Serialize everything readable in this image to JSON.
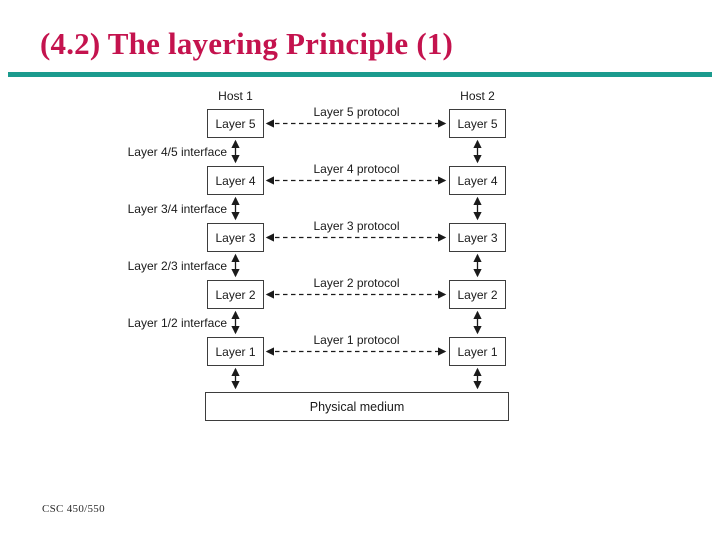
{
  "slide": {
    "title": "(4.2) The layering Principle (1)",
    "title_color": "#c4134e",
    "rule_color": "#1b9b8e",
    "footer": "CSC 450/550"
  },
  "diagram": {
    "hosts": [
      "Host 1",
      "Host 2"
    ],
    "layers": [
      "Layer 5",
      "Layer 4",
      "Layer 3",
      "Layer 2",
      "Layer 1"
    ],
    "protocols": [
      "Layer 5 protocol",
      "Layer 4 protocol",
      "Layer 3 protocol",
      "Layer 2 protocol",
      "Layer 1 protocol"
    ],
    "interfaces": [
      "Layer 4/5 interface",
      "Layer 3/4 interface",
      "Layer 2/3 interface",
      "Layer 1/2 interface"
    ],
    "physical_medium": "Physical medium",
    "ink_color": "#1a1a1a"
  }
}
